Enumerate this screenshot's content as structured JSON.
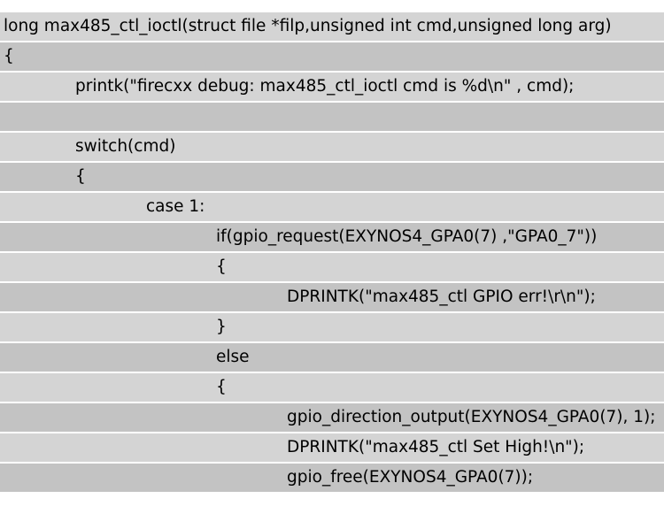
{
  "code": {
    "lines": [
      "long max485_ctl_ioctl(struct file *filp,unsigned int cmd,unsigned long arg)",
      "{",
      "printk(\"firecxx debug: max485_ctl_ioctl cmd is %d\\n\" , cmd);",
      "",
      "switch(cmd)",
      "{",
      "case 1:",
      "if(gpio_request(EXYNOS4_GPA0(7) ,\"GPA0_7\"))",
      "{",
      "DPRINTK(\"max485_ctl GPIO err!\\r\\n\");",
      "}",
      "else",
      "{",
      "gpio_direction_output(EXYNOS4_GPA0(7), 1);",
      "DPRINTK(\"max485_ctl Set High!\\n\");",
      "gpio_free(EXYNOS4_GPA0(7));"
    ]
  }
}
